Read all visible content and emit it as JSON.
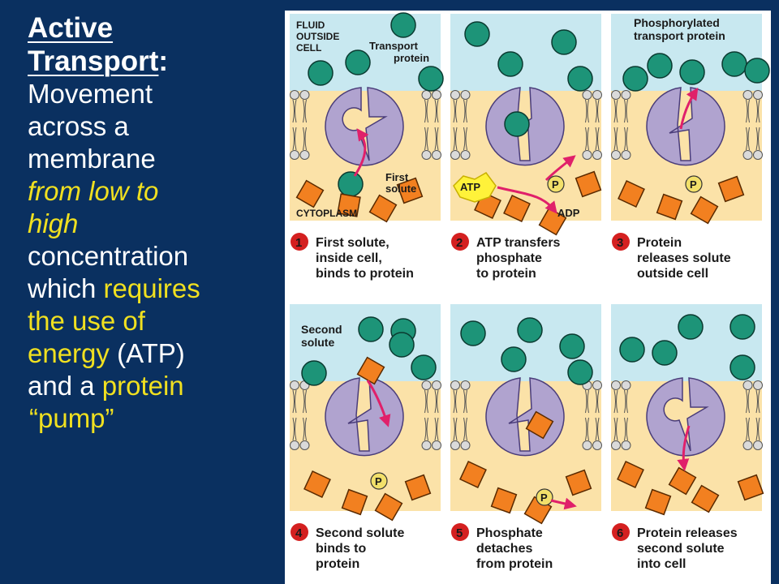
{
  "text": {
    "title1": "Active",
    "title2": "Transport",
    "title_colon": ":",
    "w1": "Movement",
    "w2": "across a",
    "w3": "membrane",
    "w4": "from low to",
    "w5": "high",
    "w6": "concentration",
    "w7a": "which ",
    "w7b": "requires",
    "w8": "the use of",
    "w9a": "energy",
    "w9b": " (ATP)",
    "w10a": "and a ",
    "w10b": "protein",
    "w11": "“pump”"
  },
  "colors": {
    "background": "#0a3060",
    "highlight": "#f0e020",
    "fluid": "#c8e8f0",
    "cytoplasm": "#fbe2a8",
    "protein": "#b0a3cf",
    "solute1": "#1d9478",
    "solute2": "#f28020",
    "arrow": "#e0206a",
    "step_badge": "#d42020"
  },
  "diagram": {
    "label_fluid": [
      "FLUID",
      "OUTSIDE",
      "CELL"
    ],
    "label_transport": [
      "Transport",
      "protein"
    ],
    "label_first_solute": [
      "First",
      "solute"
    ],
    "label_cytoplasm": "CYTOPLASM",
    "label_atp": "ATP",
    "label_adp": "ADP",
    "label_p": "P",
    "label_phos": [
      "Phosphorylated",
      "transport protein"
    ],
    "label_second_solute": [
      "Second",
      "solute"
    ],
    "steps": [
      {
        "num": "1",
        "lines": [
          "First solute,",
          "inside cell,",
          "binds to protein"
        ]
      },
      {
        "num": "2",
        "lines": [
          "ATP transfers",
          "phosphate",
          "to protein"
        ]
      },
      {
        "num": "3",
        "lines": [
          "Protein",
          "releases solute",
          "outside cell"
        ]
      },
      {
        "num": "4",
        "lines": [
          "Second solute",
          "binds to",
          "protein"
        ]
      },
      {
        "num": "5",
        "lines": [
          "Phosphate",
          "detaches",
          "from protein"
        ]
      },
      {
        "num": "6",
        "lines": [
          "Protein releases",
          "second solute",
          "into cell"
        ]
      }
    ]
  }
}
